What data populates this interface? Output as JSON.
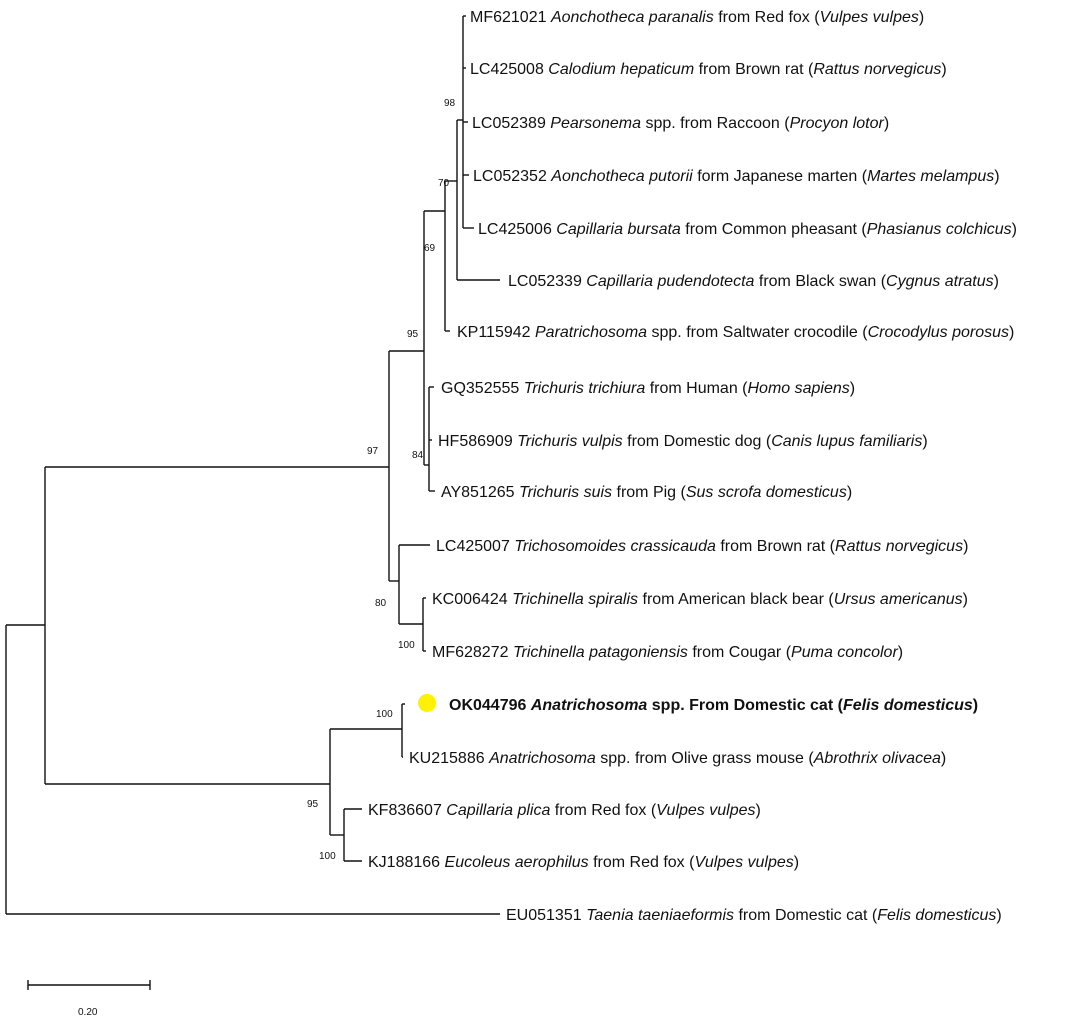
{
  "tree": {
    "taxa": [
      {
        "acc": "MF621021",
        "genus": "Aonchotheca paranalis",
        "conn": "from",
        "host": "Red fox",
        "host_sci": "Vulpes vulpes"
      },
      {
        "acc": "LC425008",
        "genus": "Calodium hepaticum",
        "conn": "from",
        "host": "Brown rat",
        "host_sci": "Rattus norvegicus"
      },
      {
        "acc": "LC052389",
        "genus": "Pearsonema",
        "spp": "spp.",
        "conn": "from",
        "host": "Raccoon",
        "host_sci": "Procyon lotor"
      },
      {
        "acc": "LC052352",
        "genus": "Aonchotheca putorii",
        "conn": "form",
        "host": "Japanese marten",
        "host_sci": "Martes melampus"
      },
      {
        "acc": "LC425006",
        "genus": "Capillaria bursata",
        "conn": "from",
        "host": "Common pheasant",
        "host_sci": "Phasianus colchicus"
      },
      {
        "acc": "LC052339",
        "genus": "Capillaria pudendotecta",
        "conn": "from",
        "host": "Black swan",
        "host_sci": "Cygnus atratus"
      },
      {
        "acc": "KP115942",
        "genus": "Paratrichosoma",
        "spp": "spp.",
        "conn": "from",
        "host": "Saltwater crocodile",
        "host_sci": "Crocodylus porosus"
      },
      {
        "acc": "GQ352555",
        "genus": "Trichuris trichiura",
        "conn": "from",
        "host": "Human",
        "host_sci": "Homo sapiens"
      },
      {
        "acc": "HF586909",
        "genus": "Trichuris vulpis",
        "conn": "from",
        "host": "Domestic dog",
        "host_sci": "Canis lupus familiaris"
      },
      {
        "acc": "AY851265",
        "genus": "Trichuris suis",
        "conn": "from",
        "host": "Pig",
        "host_sci": "Sus scrofa domesticus"
      },
      {
        "acc": "LC425007",
        "genus": "Trichosomoides crassicauda",
        "conn": "from",
        "host": "Brown rat",
        "host_sci": "Rattus norvegicus"
      },
      {
        "acc": "KC006424",
        "genus": "Trichinella spiralis",
        "conn": "from",
        "host": "American black bear",
        "host_sci": "Ursus americanus"
      },
      {
        "acc": "MF628272",
        "genus": "Trichinella patagoniensis",
        "conn": "from",
        "host": "Cougar",
        "host_sci": "Puma concolor"
      },
      {
        "acc": "OK044796",
        "genus": "Anatrichosoma",
        "spp": "spp.",
        "conn": "From",
        "host": "Domestic cat",
        "host_sci": "Felis domesticus",
        "highlight": true
      },
      {
        "acc": "KU215886",
        "genus": "Anatrichosoma",
        "spp": "spp.",
        "conn": "from",
        "host": "Olive grass mouse",
        "host_sci": "Abrothrix olivacea"
      },
      {
        "acc": "KF836607",
        "genus": "Capillaria plica",
        "conn": "from",
        "host": "Red fox",
        "host_sci": "Vulpes vulpes"
      },
      {
        "acc": "KJ188166",
        "genus": "Eucoleus aerophilus",
        "conn": "from",
        "host": "Red fox",
        "host_sci": "Vulpes vulpes"
      },
      {
        "acc": "EU051351",
        "genus": "Taenia taeniaeformis",
        "conn": "from",
        "host": "Domestic cat",
        "host_sci": "Felis domesticus"
      }
    ],
    "bootstrap": [
      "98",
      "70",
      "69",
      "95",
      "84",
      "97",
      "80",
      "100",
      "100",
      "95",
      "100"
    ],
    "highlight_color": "#FFF200",
    "scale_bar_label": "0.20"
  }
}
